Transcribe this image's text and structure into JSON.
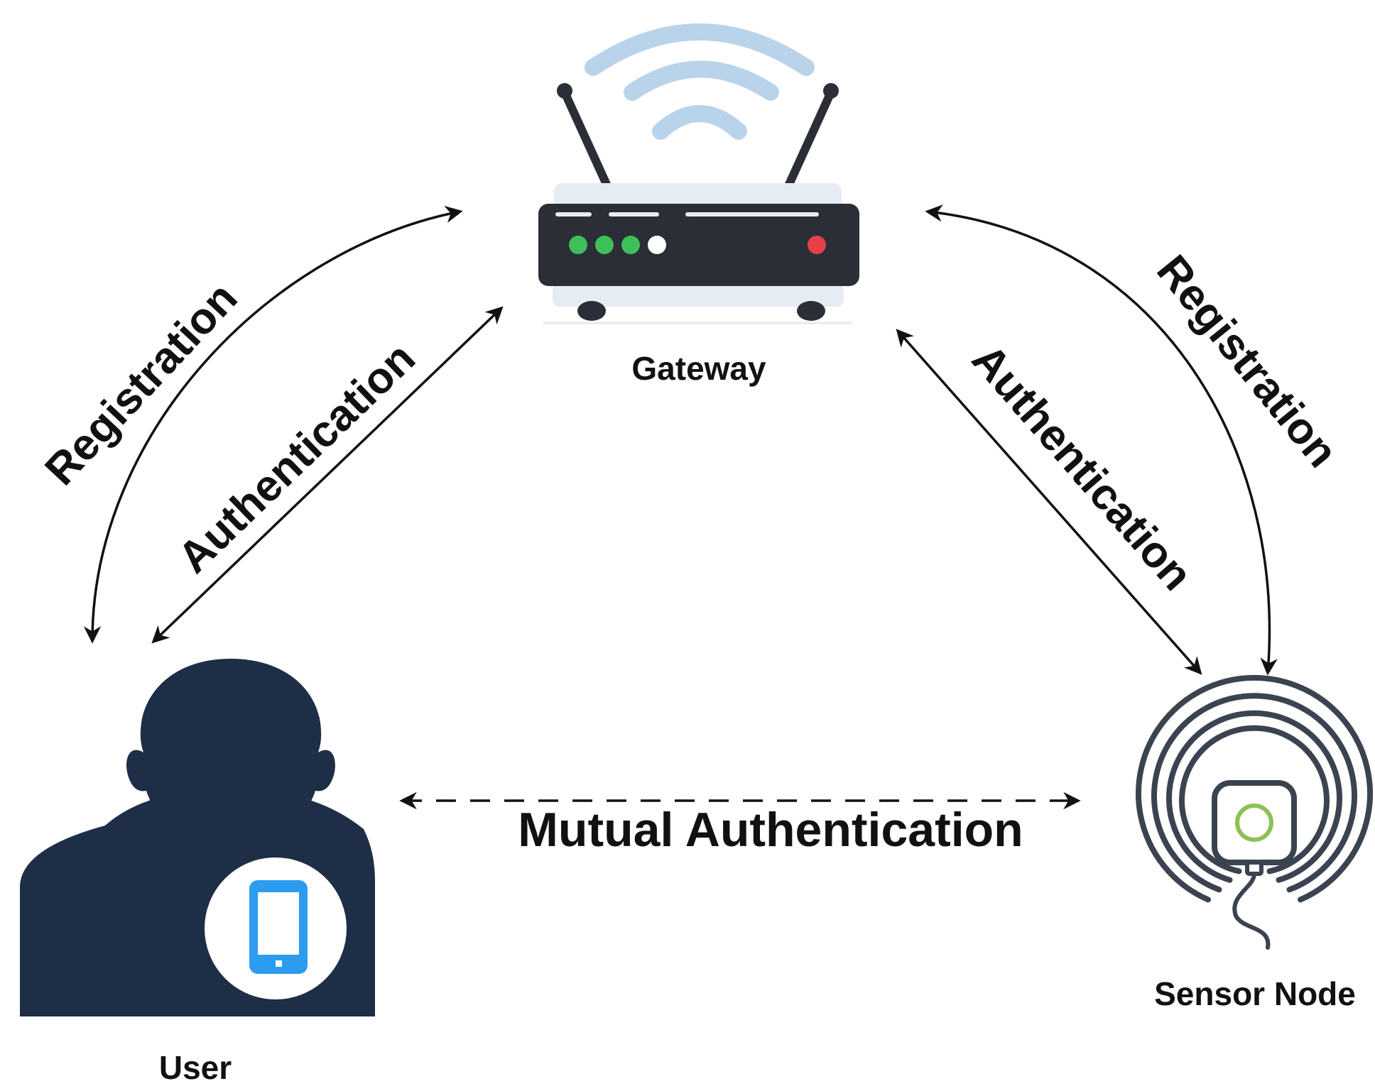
{
  "nodes": {
    "gateway": {
      "label": "Gateway"
    },
    "user": {
      "label": "User"
    },
    "sensor": {
      "label": "Sensor Node"
    }
  },
  "edges": {
    "user_gateway_registration": "Registration",
    "user_gateway_authentication": "Authentication",
    "gateway_sensor_registration": "Registration",
    "gateway_sensor_authentication": "Authentication",
    "user_sensor_mutual": "Mutual Authentication"
  },
  "colors": {
    "router_body": "#2b2e36",
    "router_top": "#e6ecf3",
    "wifi_arcs": "#b9d3ea",
    "led_green": "#3fbf5a",
    "led_white": "#ffffff",
    "led_red": "#e8404a",
    "user_silhouette": "#1d2e46",
    "phone": "#2b9cf0",
    "sensor_rings": "#3c4350",
    "sensor_led": "#8cc152",
    "arrows": "#111111"
  },
  "icons": [
    "wifi-router-icon",
    "user-silhouette-icon",
    "smartphone-icon",
    "sensor-node-icon"
  ]
}
